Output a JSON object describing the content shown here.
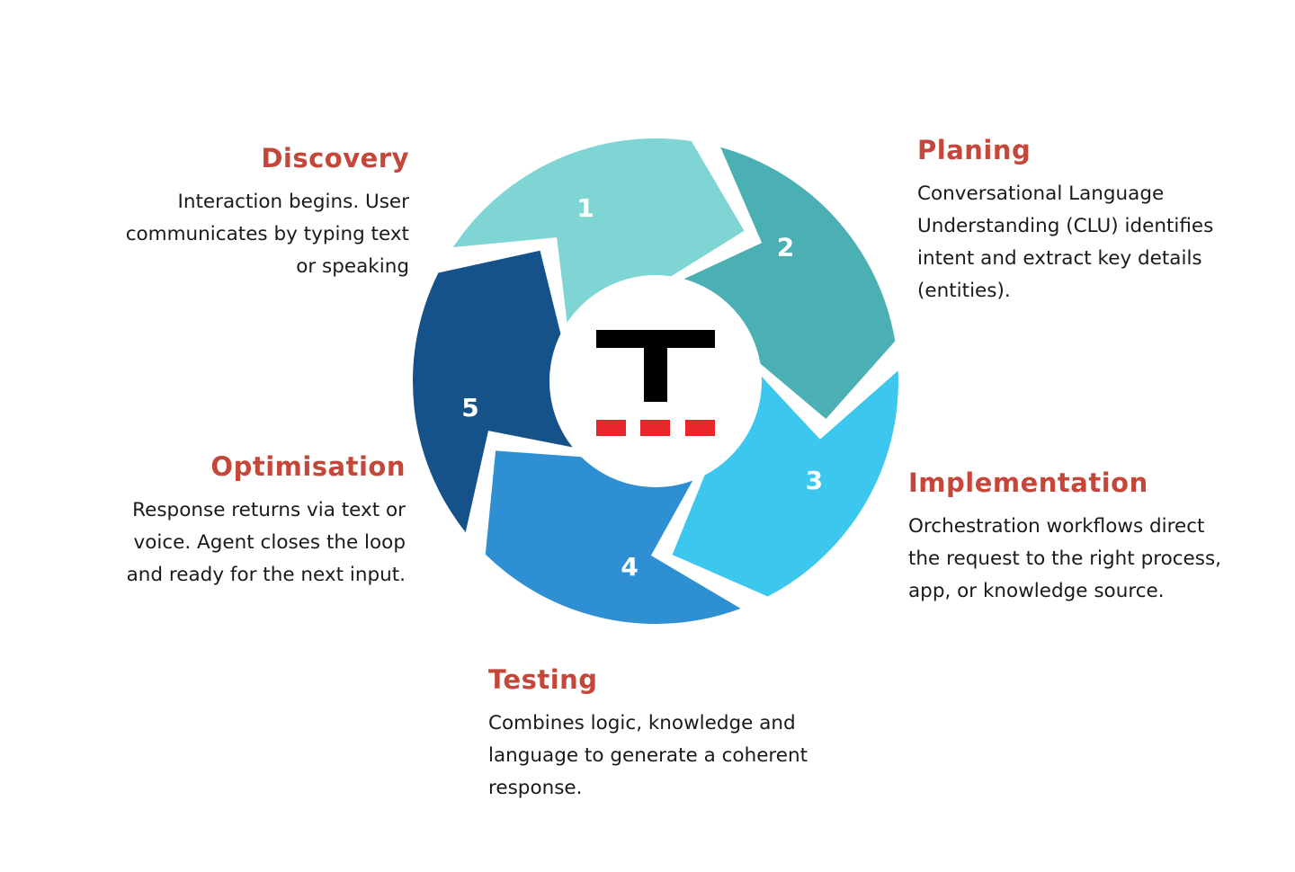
{
  "colors": {
    "heading": "#c5473a",
    "segments": [
      "#7fd5d4",
      "#4bb0b4",
      "#3bc7ee",
      "#2e90d3",
      "#16528a"
    ],
    "logo_bar": "#000000",
    "logo_dashes": "#e8262c"
  },
  "center_logo": {
    "icon": "t-logo-icon"
  },
  "steps": [
    {
      "number": "1",
      "heading": "Discovery",
      "description": [
        "Interaction begins. User",
        "communicates by typing text",
        "or speaking"
      ]
    },
    {
      "number": "2",
      "heading": "Planing",
      "description": [
        "Conversational Language",
        "Understanding (CLU) identifies",
        "intent and extract key details",
        "(entities)."
      ]
    },
    {
      "number": "3",
      "heading": "Implementation",
      "description": [
        "Orchestration workflows direct",
        "the request to the right process,",
        "app, or knowledge source."
      ]
    },
    {
      "number": "4",
      "heading": "Testing",
      "description": [
        "Combines logic, knowledge and",
        "language to generate a coherent",
        "response."
      ]
    },
    {
      "number": "5",
      "heading": "Optimisation",
      "description": [
        "Response returns via text or",
        "voice. Agent closes the loop",
        "and ready for the next input."
      ]
    }
  ]
}
